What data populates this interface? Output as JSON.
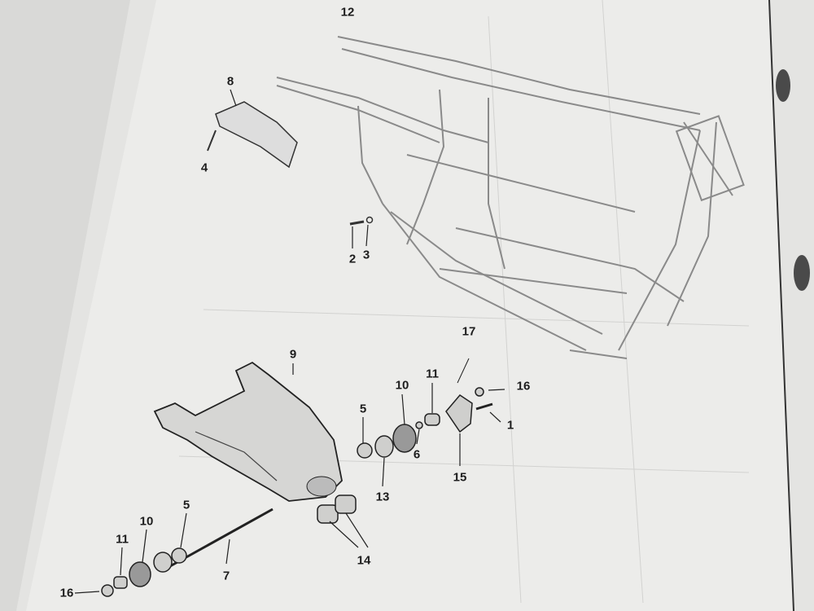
{
  "diagram": {
    "callouts": [
      {
        "label": "12"
      },
      {
        "label": "8"
      },
      {
        "label": "4"
      },
      {
        "label": "2"
      },
      {
        "label": "3"
      },
      {
        "label": "17"
      },
      {
        "label": "9"
      },
      {
        "label": "11"
      },
      {
        "label": "10"
      },
      {
        "label": "16"
      },
      {
        "label": "5"
      },
      {
        "label": "1"
      },
      {
        "label": "6"
      },
      {
        "label": "15"
      },
      {
        "label": "13"
      },
      {
        "label": "14"
      },
      {
        "label": "7"
      },
      {
        "label": "10"
      },
      {
        "label": "5"
      },
      {
        "label": "11"
      },
      {
        "label": "16"
      }
    ]
  },
  "colors": {
    "page": "#ebebe9",
    "background": "#d9d9d7",
    "ink": "#2a2a2a",
    "frame_line": "#8a8a8a"
  }
}
